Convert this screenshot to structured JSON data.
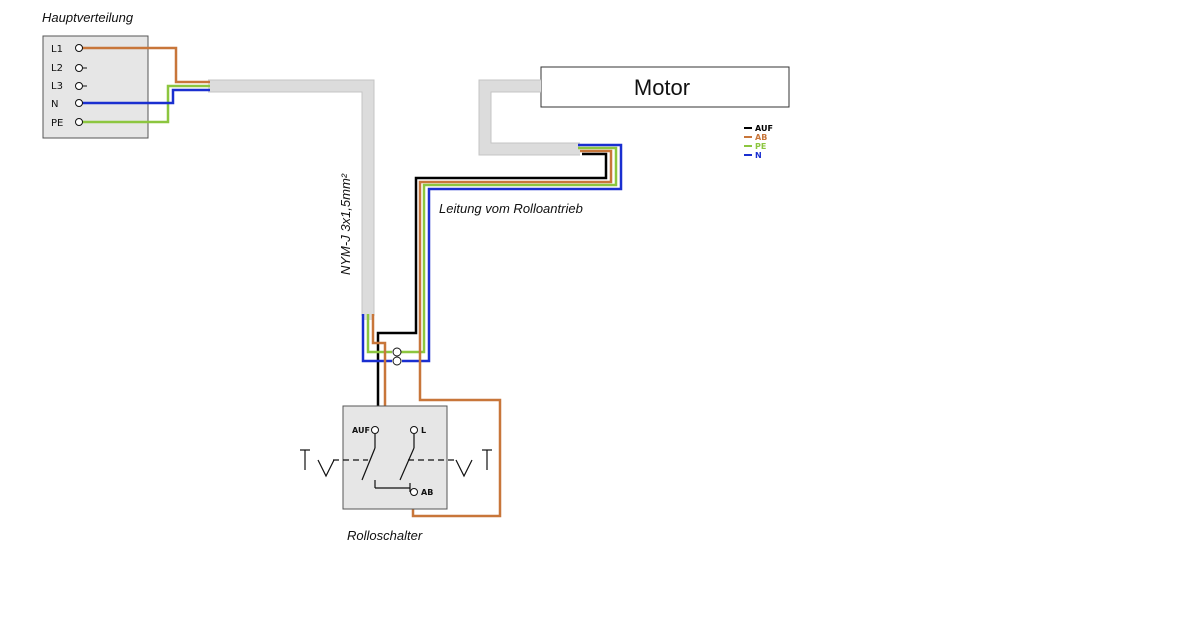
{
  "title": "Hauptverteilung",
  "panel_terminals": [
    "L1",
    "L2",
    "L3",
    "N",
    "PE"
  ],
  "cable_label": "NYM-J 3x1,5mm²",
  "motor_label": "Motor",
  "motor_cable_label": "Leitung vom Rolloantrieb",
  "legend": [
    {
      "label": "AUF",
      "color": "#000000"
    },
    {
      "label": "AB",
      "color": "#c8763a"
    },
    {
      "label": "PE",
      "color": "#8cc63f"
    },
    {
      "label": "N",
      "color": "#1a2fd0"
    }
  ],
  "switch_terminals": {
    "up": "AUF",
    "line": "L",
    "down": "AB"
  },
  "switch_label": "Rolloschalter",
  "colors": {
    "brown": "#c8763a",
    "blue": "#1a2fd0",
    "green_yellow": "#8cc63f",
    "black": "#000000",
    "cable_sheath": "#dcdcdc",
    "box_fill": "#e6e6e6"
  }
}
